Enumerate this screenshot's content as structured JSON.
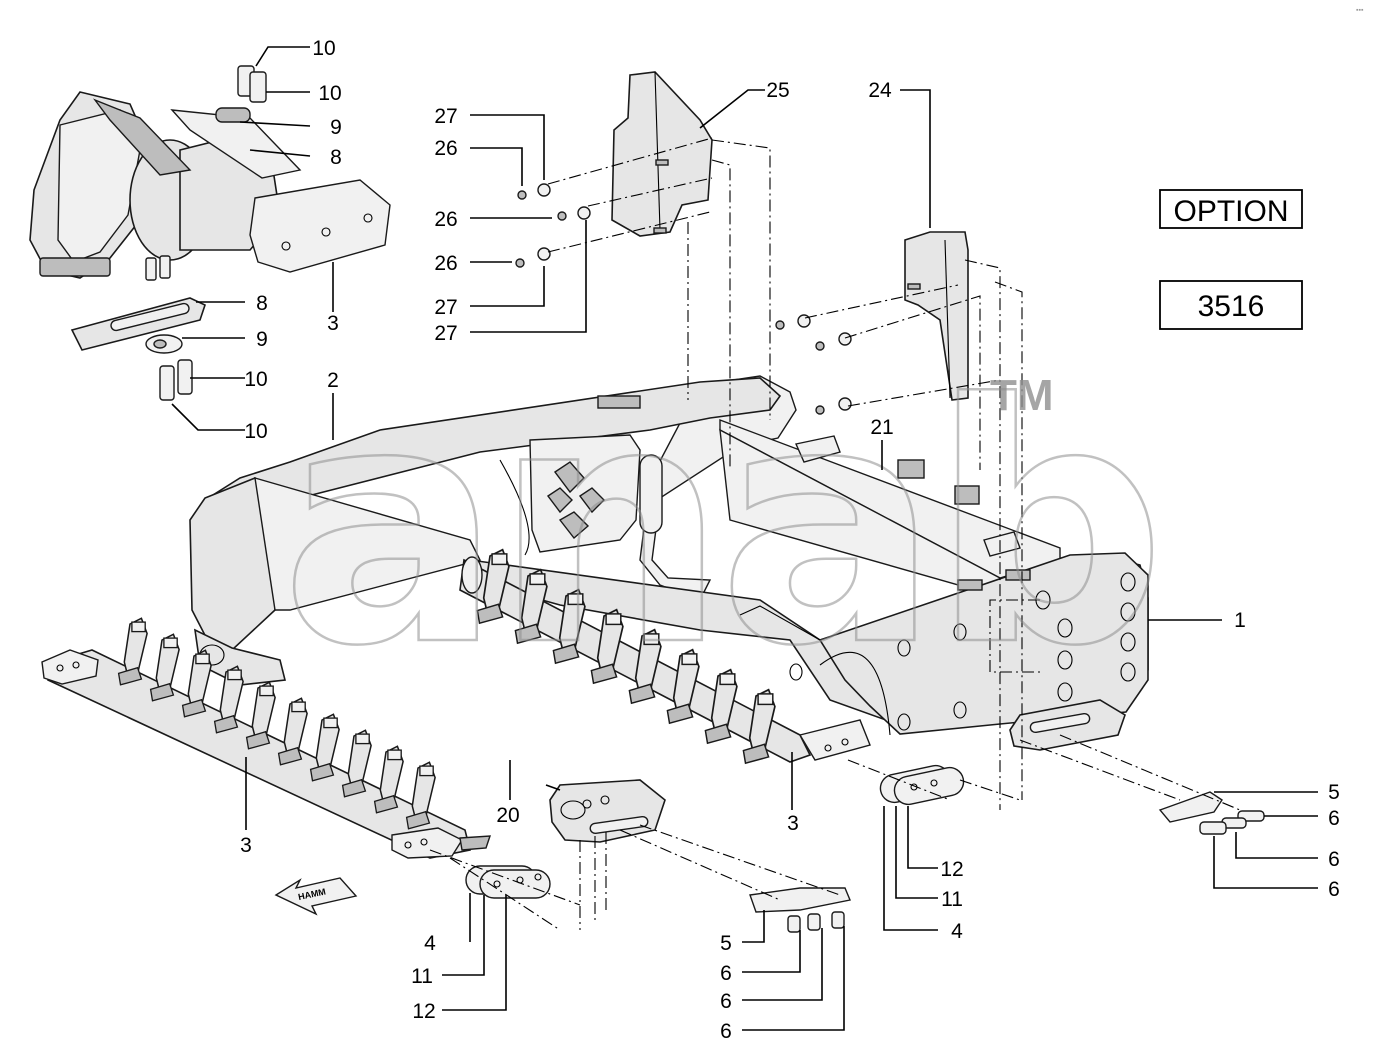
{
  "boxes": {
    "option": "OPTION",
    "code": "3516"
  },
  "watermark": {
    "text": "anab",
    "trademark": "TM"
  },
  "arrow_logo_text": "HAMM",
  "corner_mark": "▪▪▪",
  "callouts": [
    "10",
    "10",
    "9",
    "8",
    "3",
    "8",
    "9",
    "10",
    "10",
    "27",
    "26",
    "26",
    "26",
    "27",
    "27",
    "25",
    "24",
    "2",
    "21",
    "1",
    "3",
    "20",
    "3",
    "4",
    "11",
    "12",
    "5",
    "6",
    "6",
    "6",
    "12",
    "11",
    "4",
    "5",
    "6",
    "6",
    "6"
  ]
}
